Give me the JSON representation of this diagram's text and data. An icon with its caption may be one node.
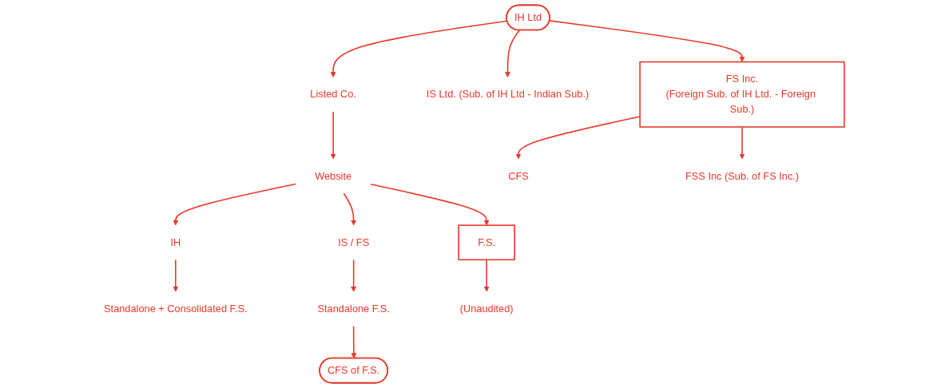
{
  "diagram": {
    "nodes": [
      {
        "text": [
          "IH Ltd"
        ]
      },
      {
        "text": [
          "IS Ltd. (Sub. of IH Ltd - Indian Sub.)"
        ]
      },
      {
        "text": [
          "FS Inc.",
          "(Foreign Sub. of IH Ltd. - Foreign Sub.)"
        ]
      },
      {
        "text": [
          "CFS"
        ]
      },
      {
        "text": [
          "Listed Co."
        ]
      },
      {
        "text": [
          "Website"
        ]
      },
      {
        "text": [
          "IH"
        ]
      },
      {
        "text": [
          "IS / FS"
        ]
      },
      {
        "text": [
          "F.S."
        ]
      },
      {
        "text": [
          "FSS Inc (Sub. of FS Inc.)"
        ]
      },
      {
        "text": [
          "Standalone + Consolidated F.S."
        ]
      },
      {
        "text": [
          "Standalone F.S."
        ]
      },
      {
        "text": [
          "(Unaudited)"
        ]
      },
      {
        "text": [
          "CFS of F.S."
        ]
      }
    ],
    "edges": [
      {
        "from": 0,
        "to": 1,
        "arrow": "to"
      },
      {
        "from": 0,
        "to": 2,
        "arrow": "to"
      },
      {
        "from": 2,
        "to": 3,
        "arrow": "to"
      },
      {
        "from": 0,
        "to": 4,
        "arrow": "to"
      },
      {
        "from": 4,
        "to": 5,
        "arrow": "to"
      },
      {
        "from": 5,
        "to": 6,
        "arrow": "to"
      },
      {
        "from": 5,
        "to": 7,
        "arrow": "to"
      },
      {
        "from": 5,
        "to": 8,
        "arrow": "to"
      },
      {
        "from": 2,
        "to": 9,
        "arrow": "to"
      },
      {
        "from": 6,
        "to": 10,
        "arrow": "to"
      },
      {
        "from": 7,
        "to": 11,
        "arrow": "to"
      },
      {
        "from": 8,
        "to": 12,
        "arrow": "to"
      },
      {
        "from": 11,
        "to": 13,
        "arrow": "to"
      }
    ]
  }
}
